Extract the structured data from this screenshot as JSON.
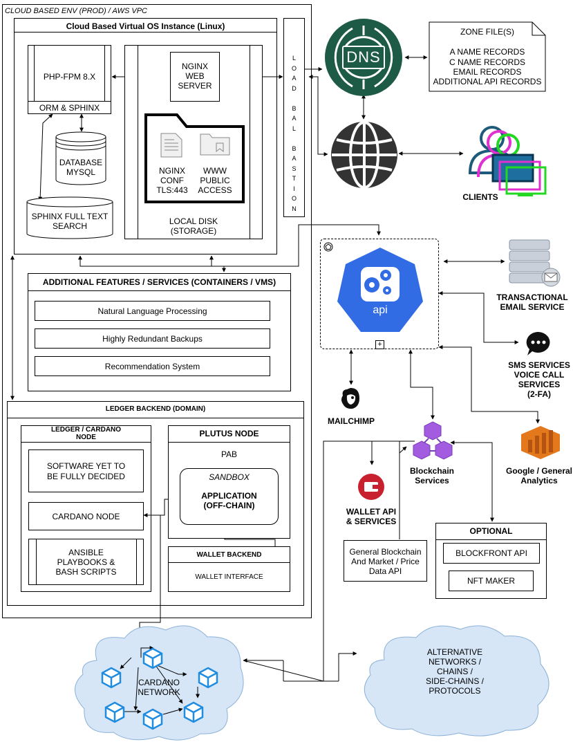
{
  "vpc": {
    "title": "CLOUD BASED ENV (PROD) / AWS VPC"
  },
  "vm": {
    "title": "Cloud Based Virtual OS Instance (Linux)"
  },
  "php": {
    "label": "PHP-FPM 8.X",
    "orm_label": "ORM & SPHINX"
  },
  "nginx": {
    "line1": "NGINX",
    "line2": "WEB",
    "line3": "SERVER"
  },
  "db": {
    "line1": "DATABASE",
    "line2": "MYSQL"
  },
  "sphinx": {
    "line1": "SPHINX FULL TEXT",
    "line2": "SEARCH"
  },
  "disk": {
    "conf1": "NGINX",
    "conf2": "CONF",
    "conf3": "TLS:443",
    "www1": "WWW",
    "www2": "PUBLIC",
    "www3": "ACCESS",
    "local1": "LOCAL DISK",
    "local2": "(STORAGE)"
  },
  "lb": {
    "letters": [
      "L",
      "O",
      "A",
      "D",
      "",
      "B",
      "A",
      "L",
      "",
      "B",
      "A",
      "S",
      "T",
      "I",
      "O",
      "N"
    ]
  },
  "dns": {
    "label": "DNS"
  },
  "zone": {
    "title": "ZONE FILE(S)",
    "lines": [
      "A NAME RECORDS",
      "C NAME RECORDS",
      "EMAIL RECORDS",
      "ADDITIONAL API RECORDS"
    ]
  },
  "clients": {
    "label": "CLIENTS"
  },
  "features": {
    "title": "ADDITIONAL FEATURES / SERVICES (CONTAINERS / VMS)",
    "items": [
      "Natural Language Processing",
      "Highly Redundant Backups",
      "Recommendation System"
    ]
  },
  "api": {
    "label": "api",
    "plus": "+"
  },
  "email": {
    "line1": "TRANSACTIONAL",
    "line2": "EMAIL SERVICE"
  },
  "sms": {
    "line1": "SMS SERVICES",
    "line2": "VOICE CALL",
    "line3": "SERVICES",
    "line4": "(2-FA)"
  },
  "mailchimp": {
    "label": "MAILCHIMP"
  },
  "ledger": {
    "title": "LEDGER BACKEND (DOMAIN)"
  },
  "cardano_node_box": {
    "title1": "LEDGER / CARDANO",
    "title2": "NODE",
    "software1": "SOFTWARE YET TO",
    "software2": "BE FULLY DECIDED",
    "node": "CARDANO NODE",
    "ansible1": "ANSIBLE",
    "ansible2": "PLAYBOOKS &",
    "ansible3": "BASH SCRIPTS"
  },
  "plutus": {
    "title": "PLUTUS NODE",
    "pab": "PAB",
    "sandbox": "SANDBOX",
    "app1": "APPLICATION",
    "app2": "(OFF-CHAIN)"
  },
  "wallet_backend": {
    "title": "WALLET BACKEND",
    "interface": "WALLET INTERFACE"
  },
  "blockchain": {
    "line1": "Blockchain",
    "line2": "Services"
  },
  "wallet_api": {
    "line1": "WALLET API",
    "line2": "& SERVICES"
  },
  "market": {
    "line1": "General Blockchain",
    "line2": "And Market / Price",
    "line3": "Data API"
  },
  "analytics": {
    "line1": "Google / General",
    "line2": "Analytics"
  },
  "optional": {
    "title": "OPTIONAL",
    "item1": "BLOCKFRONT API",
    "item2": "NFT MAKER"
  },
  "cardano_network": {
    "line1": "CARDANO",
    "line2": "NETWORK"
  },
  "alt_networks": {
    "line1": "ALTERNATIVE",
    "line2": "NETWORKS /",
    "line3": "CHAINS /",
    "line4": "SIDE-CHAINS /",
    "line5": "PROTOCOLS"
  },
  "colors": {
    "dns_green": "#1e5b47",
    "k8s_blue": "#326ce5",
    "aws_orange": "#e4781d",
    "mailchimp_red": "#c8202f",
    "block_purple": "#a35ce0",
    "cloud_blue": "#d6e6f7",
    "cube_blue": "#1f8ce0"
  }
}
